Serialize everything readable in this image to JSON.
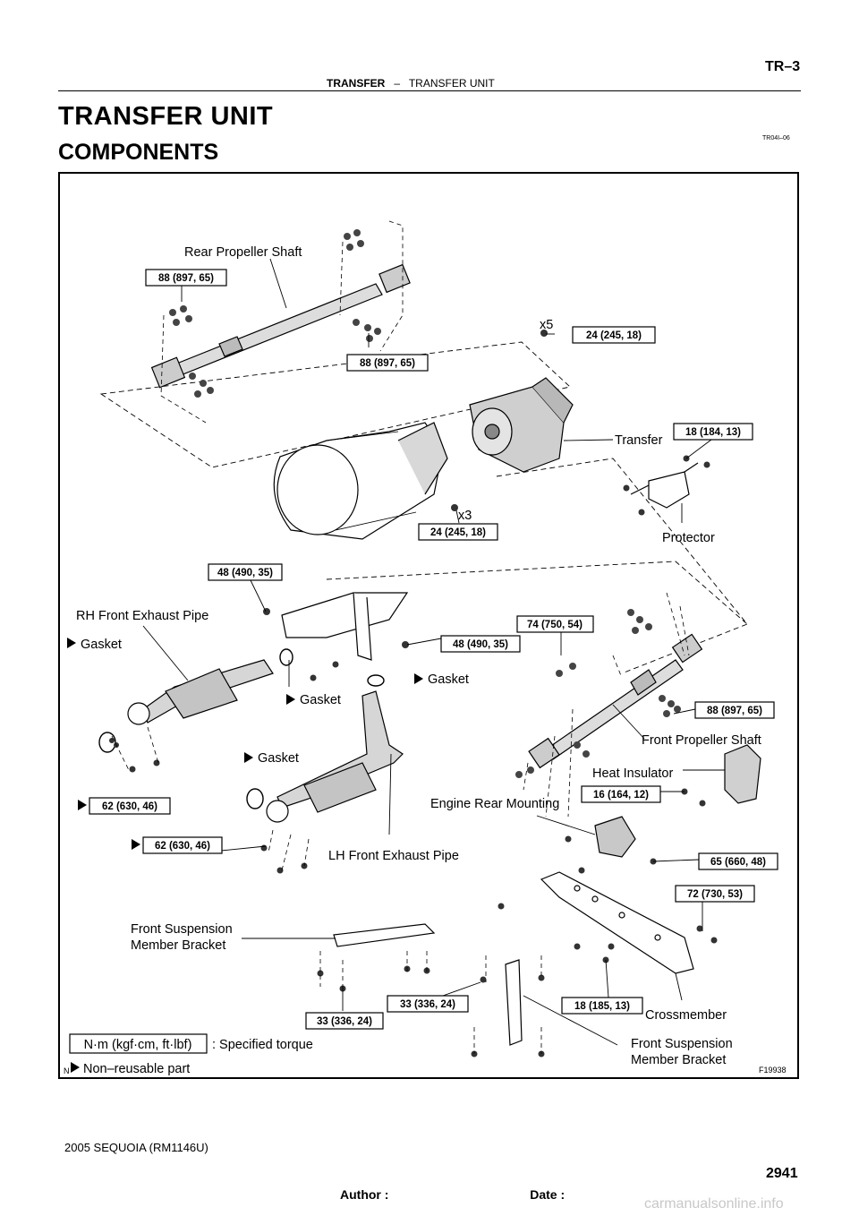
{
  "header": {
    "section": "TRANSFER",
    "separator": "–",
    "subsection": "TRANSFER UNIT",
    "page_code": "TR–3"
  },
  "title": "TRANSFER UNIT",
  "subtitle": "COMPONENTS",
  "ref_code": "TR04I–06",
  "figure_id": "F19938",
  "corner_mark": "N",
  "parts": {
    "rear_propeller_shaft": "Rear Propeller Shaft",
    "transfer": "Transfer",
    "protector": "Protector",
    "rh_front_exhaust_pipe": "RH Front Exhaust Pipe",
    "gasket": "Gasket",
    "front_propeller_shaft": "Front Propeller Shaft",
    "heat_insulator": "Heat Insulator",
    "engine_rear_mounting": "Engine Rear Mounting",
    "lh_front_exhaust_pipe": "LH Front Exhaust Pipe",
    "front_suspension_member_bracket_line1": "Front Suspension",
    "front_suspension_member_bracket_line2": "Member Bracket",
    "crossmember": "Crossmember"
  },
  "counts": {
    "x5": "x5",
    "x3": "x3"
  },
  "torques": {
    "t88": "88 (897, 65)",
    "t24": "24 (245, 18)",
    "t18_184": "18 (184, 13)",
    "t48": "48 (490, 35)",
    "t74": "74 (750, 54)",
    "t62": "62 (630, 46)",
    "t16": "16 (164, 12)",
    "t65": "65 (660, 48)",
    "t72": "72 (730, 53)",
    "t33": "33 (336, 24)",
    "t18_185": "18 (185, 13)"
  },
  "legend": {
    "unit": "N·m (kgf·cm, ft·lbf)",
    "specified": ": Specified torque",
    "non_reusable": "Non–reusable part"
  },
  "footer": {
    "model": "2005 SEQUOIA   (RM1146U)",
    "page_number": "2941",
    "author": "Author :",
    "date": "Date :",
    "watermark": "carmanualsonline.info"
  }
}
